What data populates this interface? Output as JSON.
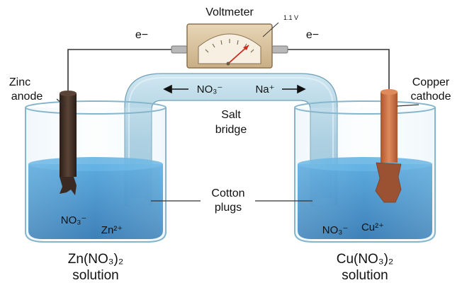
{
  "voltmeter": {
    "title": "Voltmeter",
    "reading": "1.1 V"
  },
  "electrons": {
    "left": "e−",
    "right": "e−"
  },
  "anode": {
    "line1": "Zinc",
    "line2": "anode"
  },
  "cathode": {
    "line1": "Copper",
    "line2": "cathode"
  },
  "salt_bridge": {
    "line1": "Salt",
    "line2": "bridge",
    "ion_left": "NO₃⁻",
    "ion_right": "Na⁺"
  },
  "plugs": {
    "line1": "Cotton",
    "line2": "plugs"
  },
  "left_beaker": {
    "ion1": "NO₃⁻",
    "ion2": "Zn²⁺",
    "solution_line1": "Zn(NO₃)₂",
    "solution_line2": "solution"
  },
  "right_beaker": {
    "ion1": "NO₃⁻",
    "ion2": "Cu²⁺",
    "solution_line1": "Cu(NO₃)₂",
    "solution_line2": "solution"
  },
  "colors": {
    "solution": "#1f7fc4",
    "zinc": "#3b2a22",
    "copper": "#c46a3e",
    "bridge": "#a8cfe0",
    "meter_box": "#d9c3a0"
  }
}
